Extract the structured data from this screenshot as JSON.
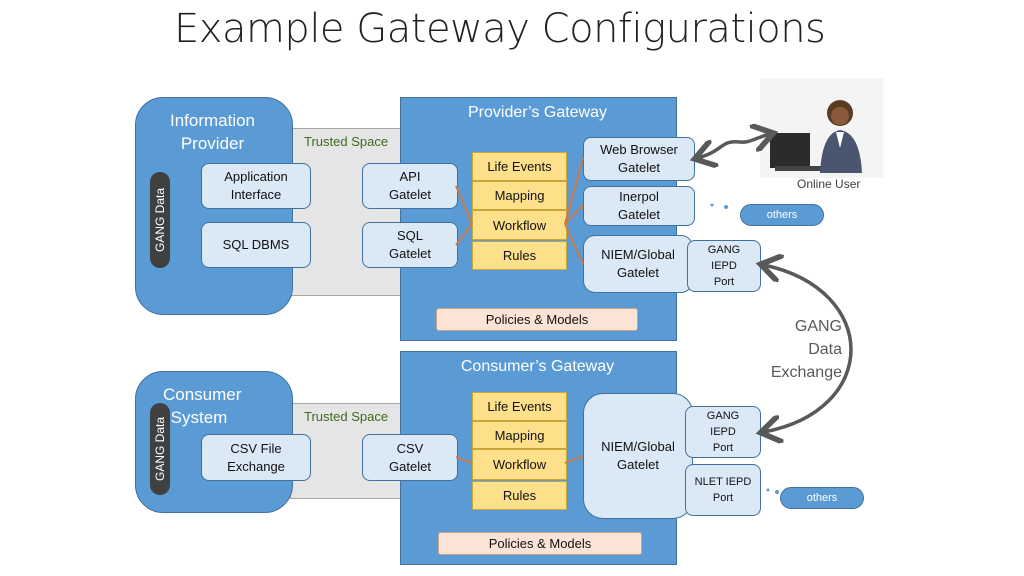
{
  "title": "Example Gateway Configurations",
  "provider_section": {
    "system_label": "Information Provider",
    "data_pill": "GANG Data",
    "trusted_space": "Trusted Space",
    "internal_boxes": [
      "Application Interface",
      "SQL DBMS"
    ],
    "gateway_title": "Provider’s Gateway",
    "gatelets_in": [
      "API Gatelet",
      "SQL Gatelet"
    ],
    "core_stack": [
      "Life Events",
      "Mapping",
      "Workflow",
      "Rules"
    ],
    "gatelets_out": [
      "Web Browser Gatelet",
      "Inerpol Gatelet",
      "NIEM/Global Gatelet"
    ],
    "port": "GANG IEPD Port",
    "policies": "Policies & Models",
    "online_user_label": "Online User",
    "others_label": "others"
  },
  "consumer_section": {
    "system_label": "Consumer System",
    "data_pill": "GANG Data",
    "trusted_space": "Trusted Space",
    "internal_boxes": [
      "CSV File Exchange"
    ],
    "gateway_title": "Consumer’s Gateway",
    "gatelets_in": [
      "CSV Gatelet"
    ],
    "core_stack": [
      "Life Events",
      "Mapping",
      "Workflow",
      "Rules"
    ],
    "gatelet_out": "NIEM/Global Gatelet",
    "ports": [
      "GANG IEPD Port",
      "NLET IEPD Port"
    ],
    "policies": "Policies & Models",
    "others_label": "others"
  },
  "exchange_label": "GANG Data Exchange",
  "colors": {
    "system_blue": "#5b9bd5",
    "box_light": "#dbe8f6",
    "core_yellow": "#ffe08a",
    "connector_orange": "#ed7d31"
  }
}
